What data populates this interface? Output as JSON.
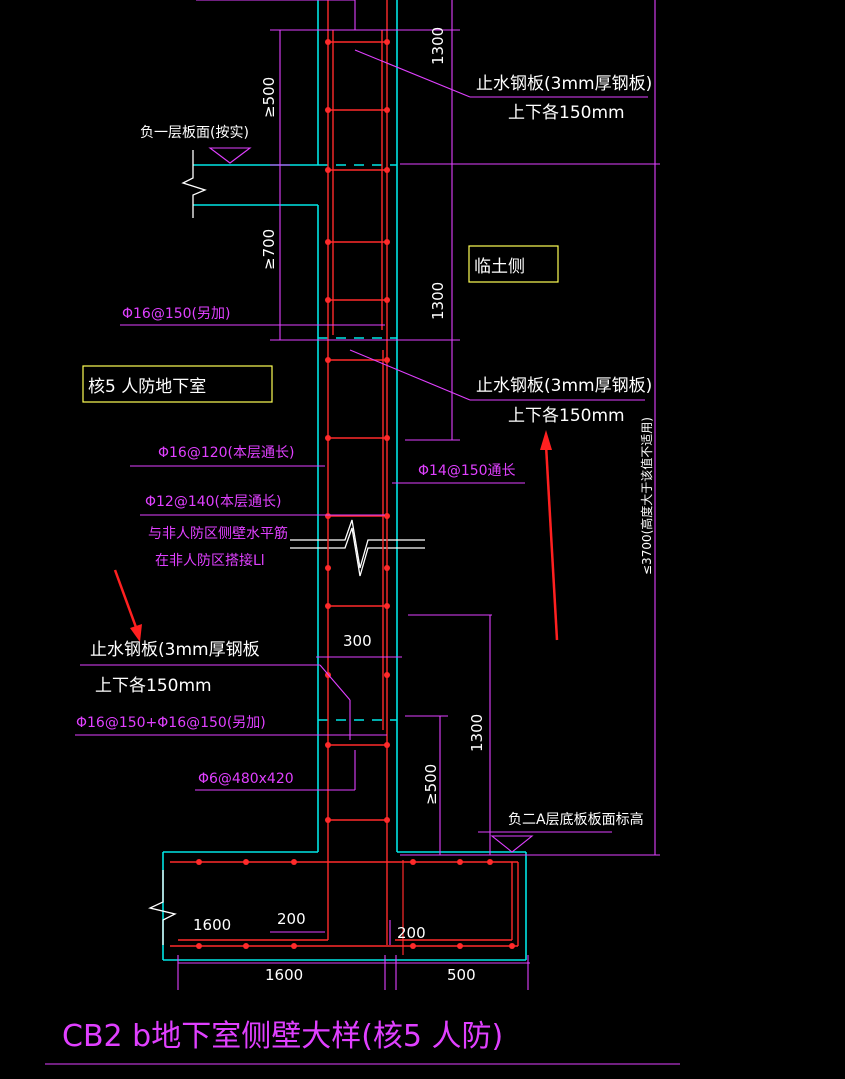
{
  "drawing": {
    "title": "CB2 b地下室侧壁大样(核5 人防)",
    "colors": {
      "background": "#000000",
      "magenta": "#e040ff",
      "cyan": "#00e5e5",
      "red": "#ff2a2a",
      "white": "#ffffff",
      "yellow": "#ffff55",
      "arrow": "#ff2020"
    }
  },
  "annotations": {
    "waterstop_1_line1": "止水钢板(3mm厚钢板)",
    "waterstop_1_line2": "上下各150mm",
    "waterstop_2_line1": "止水钢板(3mm厚钢板)",
    "waterstop_2_line2": "上下各150mm",
    "waterstop_3_line1": "止水钢板(3mm厚钢板",
    "waterstop_3_line2": "上下各150mm",
    "floor_level_b1": "负一层板面(按实)",
    "soil_side_box": "临土侧",
    "room_box": "核5 人防地下室",
    "rebar_16_150_add": "Φ16@150(另加)",
    "rebar_16_120": "Φ16@120(本层通长)",
    "rebar_12_140": "Φ12@140(本层通长)",
    "note_line1": "与非人防区侧壁水平筋",
    "note_line2": "在非人防区搭接Ll",
    "rebar_14_150": "Φ14@150通长",
    "rebar_16_150_plus": "Φ16@150+Φ16@150(另加)",
    "rebar_6_480": "Φ6@480x420",
    "floor_level_b2a": "负二A层底板板面标高",
    "wall_height_note": "≤3700(高度大于该值不适用)"
  },
  "dimensions": {
    "d1300_top": "1300",
    "d500_top": "≥500",
    "d700": "≥700",
    "d1300_mid": "1300",
    "d300": "300",
    "d1300_low": "1300",
    "d500_low": "≥500",
    "d1600_inner": "1600",
    "d200_left": "200",
    "d200_right": "200",
    "d1600_bottom": "1600",
    "d500_bottom": "500"
  }
}
